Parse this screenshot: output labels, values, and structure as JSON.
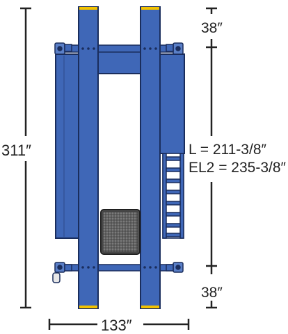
{
  "dimensions": {
    "overall_length": "311″",
    "overall_width": "133″",
    "top_clearance": "38″",
    "bottom_clearance": "38″",
    "runway_length": "L = 211-3/8″",
    "extended_length": "EL2 = 235-3/8″"
  },
  "colors": {
    "runway_blue": "#3f67b7",
    "outline": "#1a2d5c",
    "accent_yellow": "#f2c200",
    "line": "#222222",
    "background": "#ffffff"
  }
}
